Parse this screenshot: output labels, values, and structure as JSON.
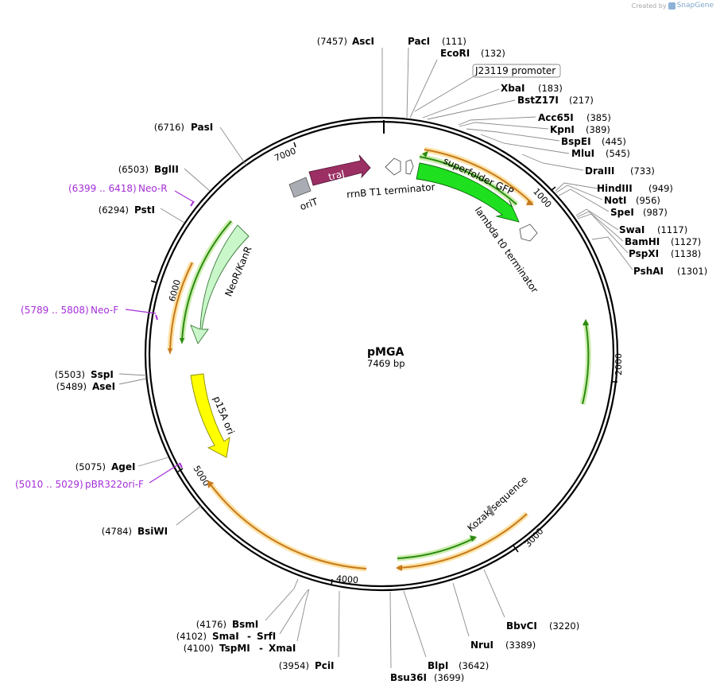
{
  "credit": {
    "prefix": "Created by",
    "brand": "SnapGene"
  },
  "plasmid": {
    "name": "pMGA",
    "length_label": "7469 bp",
    "total_bp": 7469
  },
  "ticks": [
    "1000",
    "2000",
    "3000",
    "4000",
    "5000",
    "6000",
    "7000"
  ],
  "enzymes_right": [
    {
      "name": "PacI",
      "pos": "(111)"
    },
    {
      "name": "EcoRI",
      "pos": "(132)"
    },
    {
      "name": "XbaI",
      "pos": "(183)"
    },
    {
      "name": "BstZ17I",
      "pos": "(217)"
    },
    {
      "name": "Acc65I",
      "pos": "(385)"
    },
    {
      "name": "KpnI",
      "pos": "(389)"
    },
    {
      "name": "BspEI",
      "pos": "(445)"
    },
    {
      "name": "MluI",
      "pos": "(545)"
    },
    {
      "name": "DraIII",
      "pos": "(733)"
    },
    {
      "name": "HindIII",
      "pos": "(949)"
    },
    {
      "name": "NotI",
      "pos": "(956)"
    },
    {
      "name": "SpeI",
      "pos": "(987)"
    },
    {
      "name": "SwaI",
      "pos": "(1117)"
    },
    {
      "name": "BamHI",
      "pos": "(1127)"
    },
    {
      "name": "PspXI",
      "pos": "(1138)"
    },
    {
      "name": "PshAI",
      "pos": "(1301)"
    },
    {
      "name": "BbvCI",
      "pos": "(3220)"
    },
    {
      "name": "NruI",
      "pos": "(3389)"
    },
    {
      "name": "BlpI",
      "pos": "(3642)"
    }
  ],
  "enzymes_left": [
    {
      "name": "AscI",
      "pos": "(7457)"
    },
    {
      "name": "PasI",
      "pos": "(6716)"
    },
    {
      "name": "BglII",
      "pos": "(6503)"
    },
    {
      "name": "PstI",
      "pos": "(6294)"
    },
    {
      "name": "SspI",
      "pos": "(5503)"
    },
    {
      "name": "AseI",
      "pos": "(5489)"
    },
    {
      "name": "AgeI",
      "pos": "(5075)"
    },
    {
      "name": "BsiWI",
      "pos": "(4784)"
    },
    {
      "name": "BsmI",
      "pos": "(4176)"
    },
    {
      "name": "SmaI",
      "pos": "(4102)"
    },
    {
      "name": "TspMI",
      "pos": "(4100)"
    },
    {
      "name": "PciI",
      "pos": "(3954)"
    },
    {
      "name": "Bsu36I",
      "pos": "(3699)"
    }
  ],
  "enzyme_pairs": [
    {
      "name": "SrfI",
      "dash": "-"
    },
    {
      "name": "XmaI",
      "dash": "-"
    }
  ],
  "primers": [
    {
      "range": "(6399 .. 6418)",
      "name": "Neo-R"
    },
    {
      "range": "(5789 .. 5808)",
      "name": "Neo-F"
    },
    {
      "range": "(5010 .. 5029)",
      "name": "pBR322ori-F"
    }
  ],
  "promoter_label": "J23119 promoter",
  "features": {
    "traJ": "traJ",
    "oriT": "oriT",
    "rrnB": "rrnB T1 terminator",
    "sfGFP": "superfolder GFP",
    "lambda": "lambda t0 terminator",
    "neo": "NeoR/KanR",
    "p15a": "p15A ori",
    "kozak": "Kozak sequence"
  },
  "colors": {
    "traJ": "#9b2f63",
    "oriT": "#a9adb3",
    "sfGFP": "#1fe01f",
    "neo": "#c9f7c9",
    "p15a": "#ffff00",
    "primer": "#a530d8",
    "orf_orange": "#f0b46b",
    "orf_green": "#bfe8a0"
  }
}
